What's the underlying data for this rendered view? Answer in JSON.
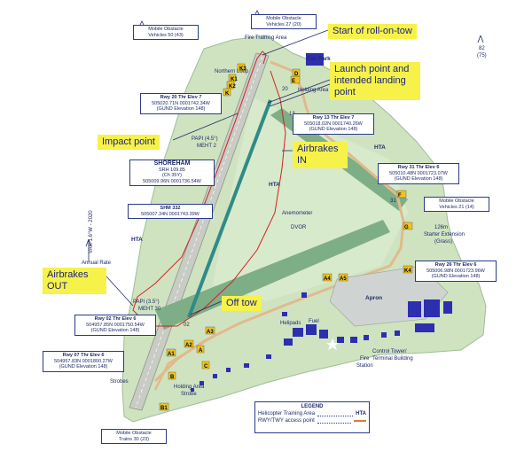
{
  "callouts": {
    "start_roll": "Start of roll-on-tow",
    "launch_point": "Launch point and intended landing point",
    "impact_point": "Impact point",
    "airbrakes_in": "Airbrakes IN",
    "airbrakes_out": "Airbrakes OUT",
    "off_tow": "Off tow"
  },
  "obstacles": {
    "ob50_l1": "Mobile Obstacle",
    "ob50_l2": "Vehicles 50 (43)",
    "ob27_l1": "Mobile Obstacle",
    "ob27_l2": "Vehicles 27 (20)",
    "ob21_l1": "Mobile Obstacle",
    "ob21_l2": "Vehicles 21 (14)",
    "ob30_l1": "Mobile Obstacle",
    "ob30_l2": "Trains 30 (23)"
  },
  "thresholds": {
    "t20_l1": "Rwy 20 Thr Elev 7",
    "t20_l2": "505020.71N 0001742.34W",
    "t20_l3": "(GUND Elevation 148)",
    "t13_l1": "Rwy 13 Thr Elev 7",
    "t13_l2": "505018.02N 0001740.26W",
    "t13_l3": "(GUND Elevation 148)",
    "t31_l1": "Rwy 31 Thr Elev 6",
    "t31_l2": "505010.48N 0001723.07W",
    "t31_l3": "(GUND Elevation 148)",
    "t26_l1": "Rwy 26 Thr Elev 6",
    "t26_l2": "505006.98N 0001723.96W",
    "t26_l3": "(GUND Elevation 148)",
    "t02_l1": "Rwy 02 Thr Elev 6",
    "t02_l2": "504957.85N 0001750.54W",
    "t02_l3": "(GUND Elevation 148)",
    "t07_l1": "Rwy 07 Thr Elev 6",
    "t07_l2": "504957.83N 0001800.27W",
    "t07_l3": "(GUND Elevation 148)"
  },
  "navaids": {
    "shoreham_l1": "SHOREHAM",
    "shoreham_l2": "SRH 109.85",
    "shoreham_l3": "(Ch 35Y)",
    "shoreham_l4": "505009.96N 0001736.54W",
    "shm_l1": "SHM 332",
    "shm_l2": "505007.34N 0001743.39W"
  },
  "labels": {
    "fire_training": "Fire Training Area",
    "car_park": "Car Park",
    "northern_loop": "Northern Loop",
    "holding_area_n": "Holding Area",
    "papi_n": "PAPI (4.5°)",
    "mehti_n": "MEHT 2",
    "hta_ne": "HTA",
    "hta_mid": "HTA",
    "hta_w": "HTA",
    "anemometer": "Anemometer",
    "dvor": "DVOR",
    "starter_l1": "126m",
    "starter_l2": "Starter Extension",
    "starter_l3": "(Grass)",
    "annual_l1": "Annual Rate",
    "var": "VAR 1.6°W - 2020",
    "north_top": "82",
    "north_sub": "(75)",
    "apron": "Apron",
    "helipads": "Helipads",
    "fuel": "Fuel",
    "ctrl_l1": "Control Tower/",
    "ctrl_l2": "Terminal Building",
    "fire_l1": "Fire",
    "fire_l2": "Station",
    "papi_s": "PAPI (3.5°)",
    "mehti_s": "MEHT 30",
    "holding_area_s": "Holding Area",
    "strobe_s": "Strobe",
    "strobes": "Strobes",
    "rwy_02": "02",
    "rwy_20": "20",
    "rwy_13": "13",
    "rwy_31": "31"
  },
  "taxiways": [
    "A",
    "A1",
    "A2",
    "A3",
    "A4",
    "A5",
    "B",
    "B1",
    "C",
    "D",
    "E",
    "F",
    "G",
    "K",
    "K1",
    "K2",
    "K3",
    "K4"
  ],
  "legend": {
    "title": "LEGEND",
    "row1": "Helicopter Training Area",
    "row1_sym": "HTA",
    "row2": "RWY/TWY access point"
  },
  "colors": {
    "grass": "#cfe3c0",
    "runway": "#c8ccc4",
    "grass_strip": "#7eae86",
    "taxiway": "#e2b98c",
    "buildings": "#2d2eb0",
    "callout_bg": "#f6f24a",
    "callout_text": "#1a237e",
    "flight_path": "#d42020",
    "launch_line": "#2e8b88"
  }
}
